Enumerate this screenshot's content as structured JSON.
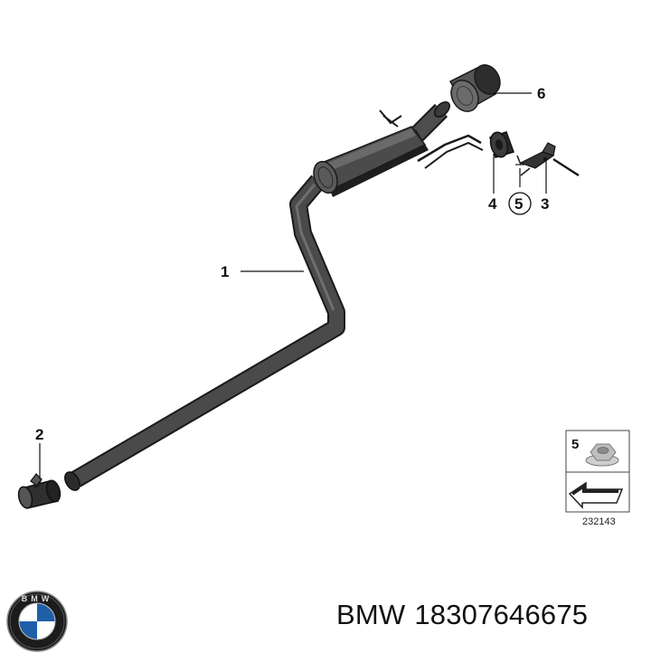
{
  "diagram": {
    "callouts": [
      "1",
      "2",
      "3",
      "4",
      "5",
      "6"
    ],
    "legend": {
      "item_number": "5"
    },
    "reference_number": "232143"
  },
  "footer": {
    "brand": "BMW",
    "part_number": "18307646675",
    "logo_letters": "BMW"
  }
}
